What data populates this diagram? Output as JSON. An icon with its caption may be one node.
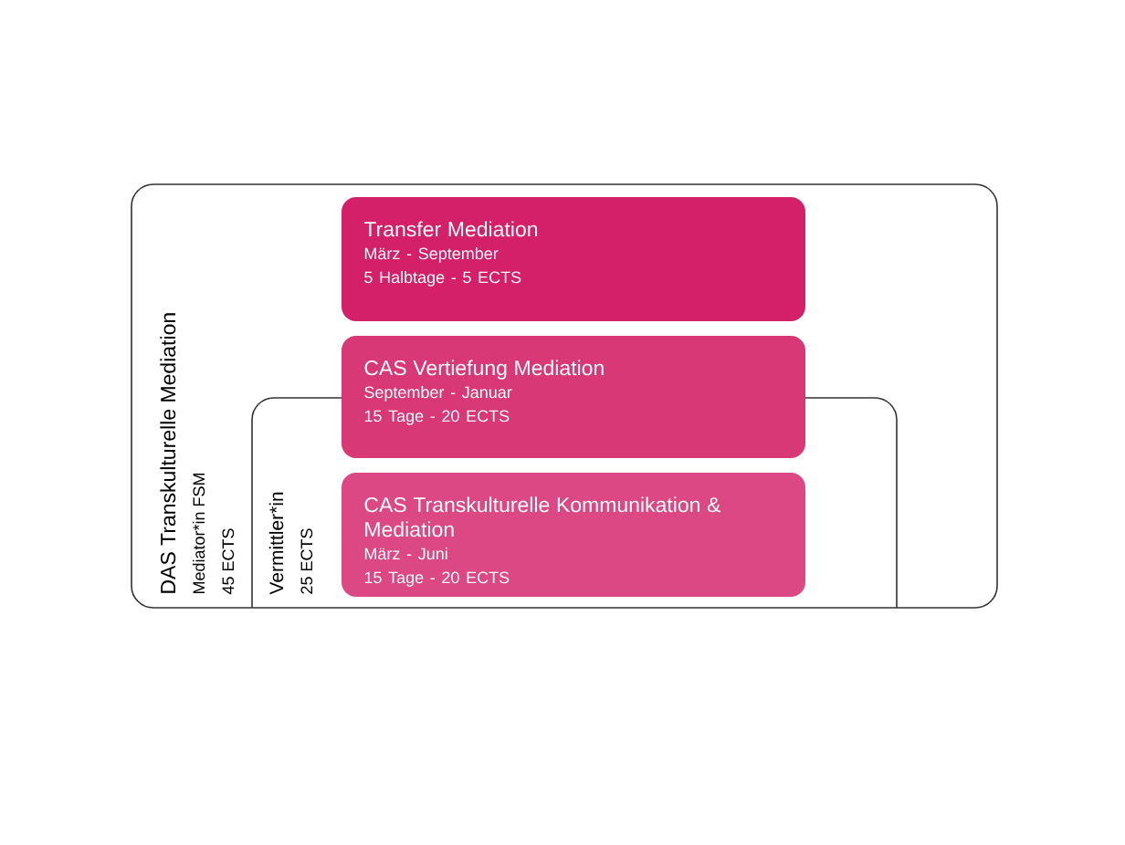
{
  "diagram": {
    "nodes": [
      {
        "text": [
          "DAS Transkulturelle Mediation",
          "Mediator*in FSM",
          "45 ECTS"
        ]
      },
      {
        "text": [
          "Vermittler*in",
          "25 ECTS"
        ],
        "in": 0
      },
      {
        "text": [
          "Transfer Mediation",
          "März - September",
          "5 Halbtage - 5 ECTS"
        ],
        "in": 0
      },
      {
        "text": [
          "CAS Vertiefung Mediation",
          "September - Januar",
          "15 Tage - 20 ECTS"
        ],
        "in": 0
      },
      {
        "text": [
          "CAS Transkulturelle Kommunikation & Mediation",
          "März - Juni",
          "15 Tage - 20 ECTS"
        ],
        "in": 1
      }
    ],
    "edges": []
  }
}
